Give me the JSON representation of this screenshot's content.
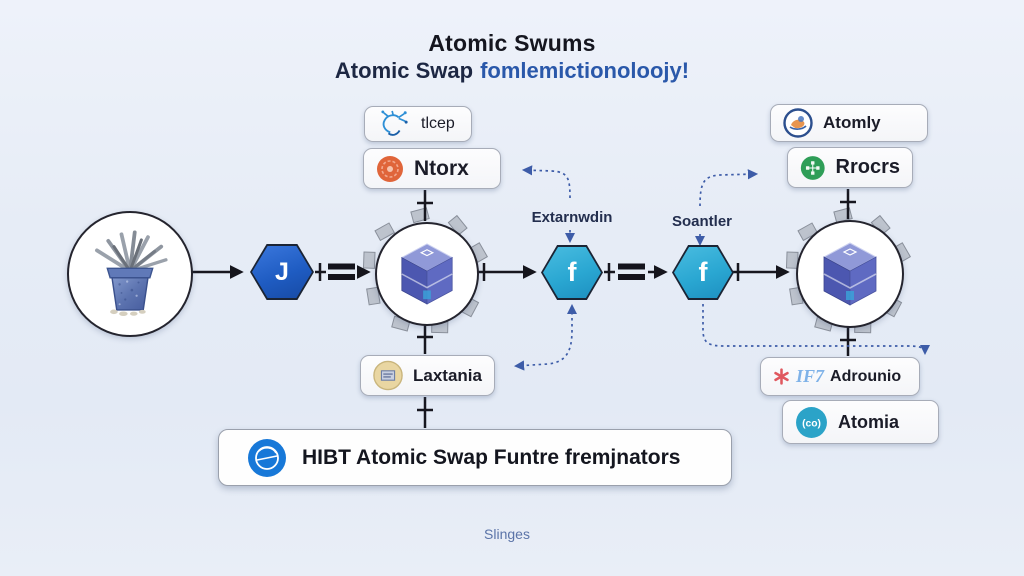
{
  "header": {
    "title": "Atomic Swums",
    "subtitle_dark": "Atomic Swap",
    "subtitle_blue": "fomlemictionoloojy!"
  },
  "boxes": {
    "tlcep": {
      "label": "tlcep",
      "icon": "network-scribble-icon"
    },
    "ntorx": {
      "label": "Ntorx",
      "icon": "orange-badge-icon",
      "icon_color": "#e0653a"
    },
    "atomly": {
      "label": "Atomly",
      "icon": "ring-art-icon",
      "ring_color": "#2c4f8e"
    },
    "rrocrs": {
      "label": "Rrocrs",
      "icon": "green-badge-icon",
      "icon_color": "#2f9e58"
    },
    "laxtania": {
      "label": "Laxtania",
      "icon": "tan-document-icon",
      "icon_color": "#e9d6a2"
    },
    "if7": {
      "prefix": "IF7",
      "label": "Adrounio",
      "asterisk_icon": "red-asterisk-icon",
      "asterisk_color": "#e0585f",
      "prefix_color": "#7fb2e8"
    },
    "atomia": {
      "label": "Atomia",
      "icon": "teal-handshake-icon",
      "icon_color": "#2ba3c8",
      "icon_glyph": "(co)"
    }
  },
  "hexagons": {
    "j": {
      "label": "J",
      "color": "#1f5cc2"
    },
    "f1": {
      "label": "f",
      "color": "#2aa7d2"
    },
    "f2": {
      "label": "f",
      "color": "#2aa7d2"
    }
  },
  "circles": {
    "left": "potted-plant-illustration",
    "mid": "cube-gear-node",
    "right": "cube-gear-node"
  },
  "labels": {
    "left": "Extarnwdin",
    "right": "Soantler"
  },
  "banner": {
    "label": "HIBT Atomic Swap Funtre fremjnators",
    "icon": "globe-icon",
    "icon_color": "#1778d8"
  },
  "footer": {
    "label": "Slinges"
  },
  "colors": {
    "line": "#17171f",
    "dashed": "#3d5ca8",
    "cube": "#5f6ac2",
    "background": "#e6ecf6"
  }
}
